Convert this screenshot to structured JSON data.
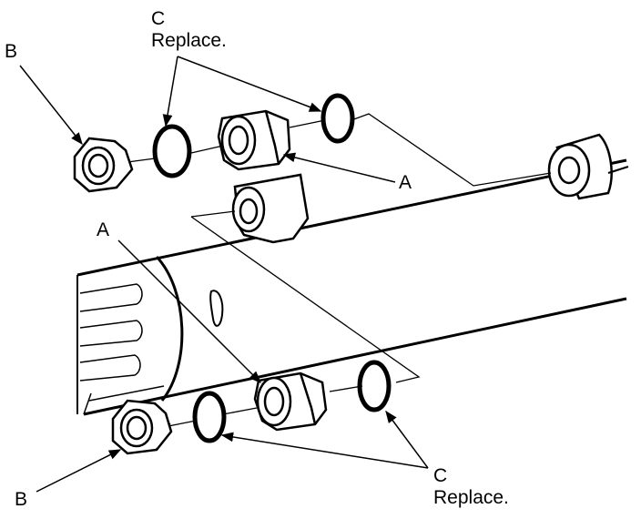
{
  "labels": {
    "b_top": "B",
    "c_top_letter": "C",
    "c_top_text": "Replace.",
    "a_right": "A",
    "a_left": "A",
    "b_bottom": "B",
    "c_bottom_letter": "C",
    "c_bottom_text": "Replace."
  },
  "colors": {
    "ink": "#000000",
    "paper": "#ffffff"
  }
}
